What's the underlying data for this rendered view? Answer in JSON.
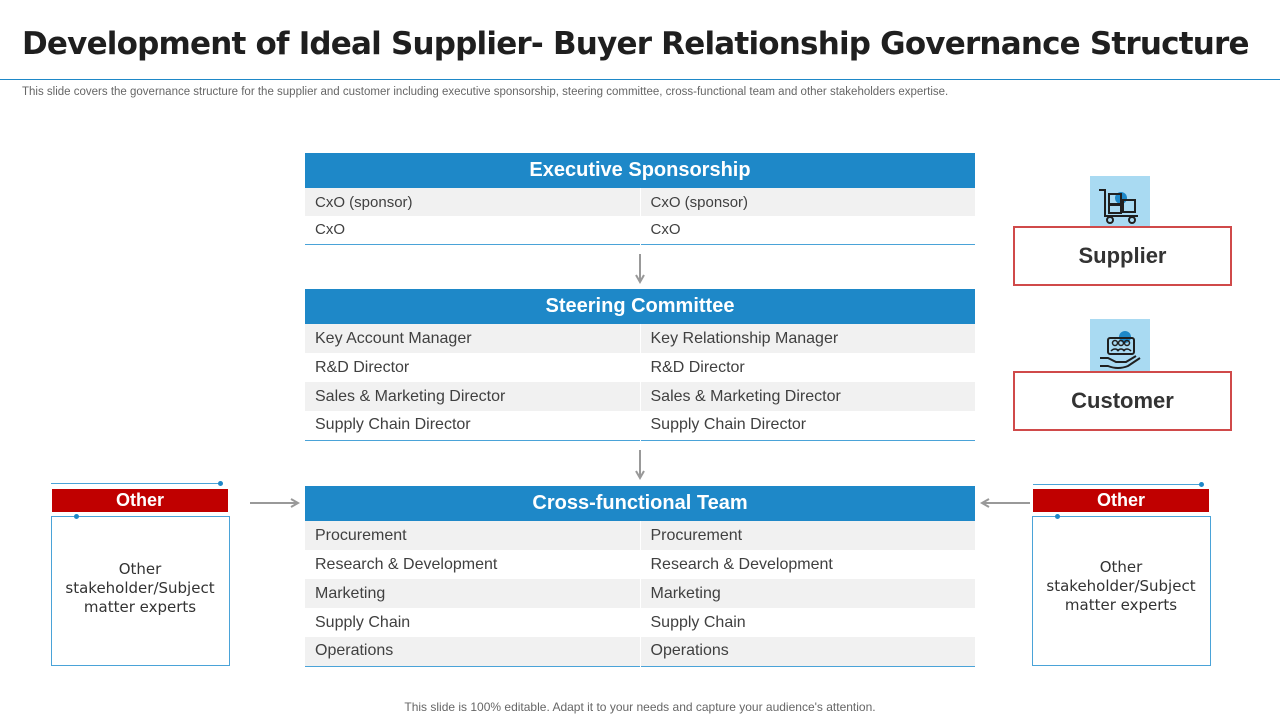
{
  "title": "Development of Ideal Supplier- Buyer Relationship Governance Structure",
  "subtitle": "This slide covers the governance  structure for the supplier and customer including executive  sponsorship, steering committee, cross-functional team and other stakeholders expertise.",
  "colors": {
    "accent_blue": "#1e88c8",
    "accent_red": "#c00000",
    "icon_bg": "#a9daf2",
    "border_red": "#d04a4a"
  },
  "sections": {
    "executive": {
      "header": "Executive Sponsorship",
      "rows": [
        [
          "CxO (sponsor)",
          "CxO (sponsor)"
        ],
        [
          "CxO",
          "CxO"
        ]
      ]
    },
    "steering": {
      "header": "Steering Committee",
      "rows": [
        [
          "Key Account Manager",
          "Key Relationship Manager"
        ],
        [
          "R&D Director",
          "R&D Director"
        ],
        [
          "Sales & Marketing Director",
          "Sales & Marketing Director"
        ],
        [
          "Supply Chain Director",
          "Supply Chain Director"
        ]
      ]
    },
    "cross_functional": {
      "header": "Cross-functional Team",
      "rows": [
        [
          "Procurement",
          "Procurement"
        ],
        [
          "Research & Development",
          "Research & Development"
        ],
        [
          "Marketing",
          "Marketing"
        ],
        [
          "Supply Chain",
          "Supply Chain"
        ],
        [
          "Operations",
          "Operations"
        ]
      ]
    }
  },
  "roles": {
    "supplier": {
      "label": "Supplier",
      "icon": "trolley-cart-icon"
    },
    "customer": {
      "label": "Customer",
      "icon": "hand-people-icon"
    }
  },
  "other_left": {
    "header": "Other",
    "text": "Other stakeholder/Subject matter experts"
  },
  "other_right": {
    "header": "Other",
    "text": "Other stakeholder/Subject matter experts"
  },
  "footer": "This slide is 100% editable. Adapt it to your needs and capture your audience's attention."
}
